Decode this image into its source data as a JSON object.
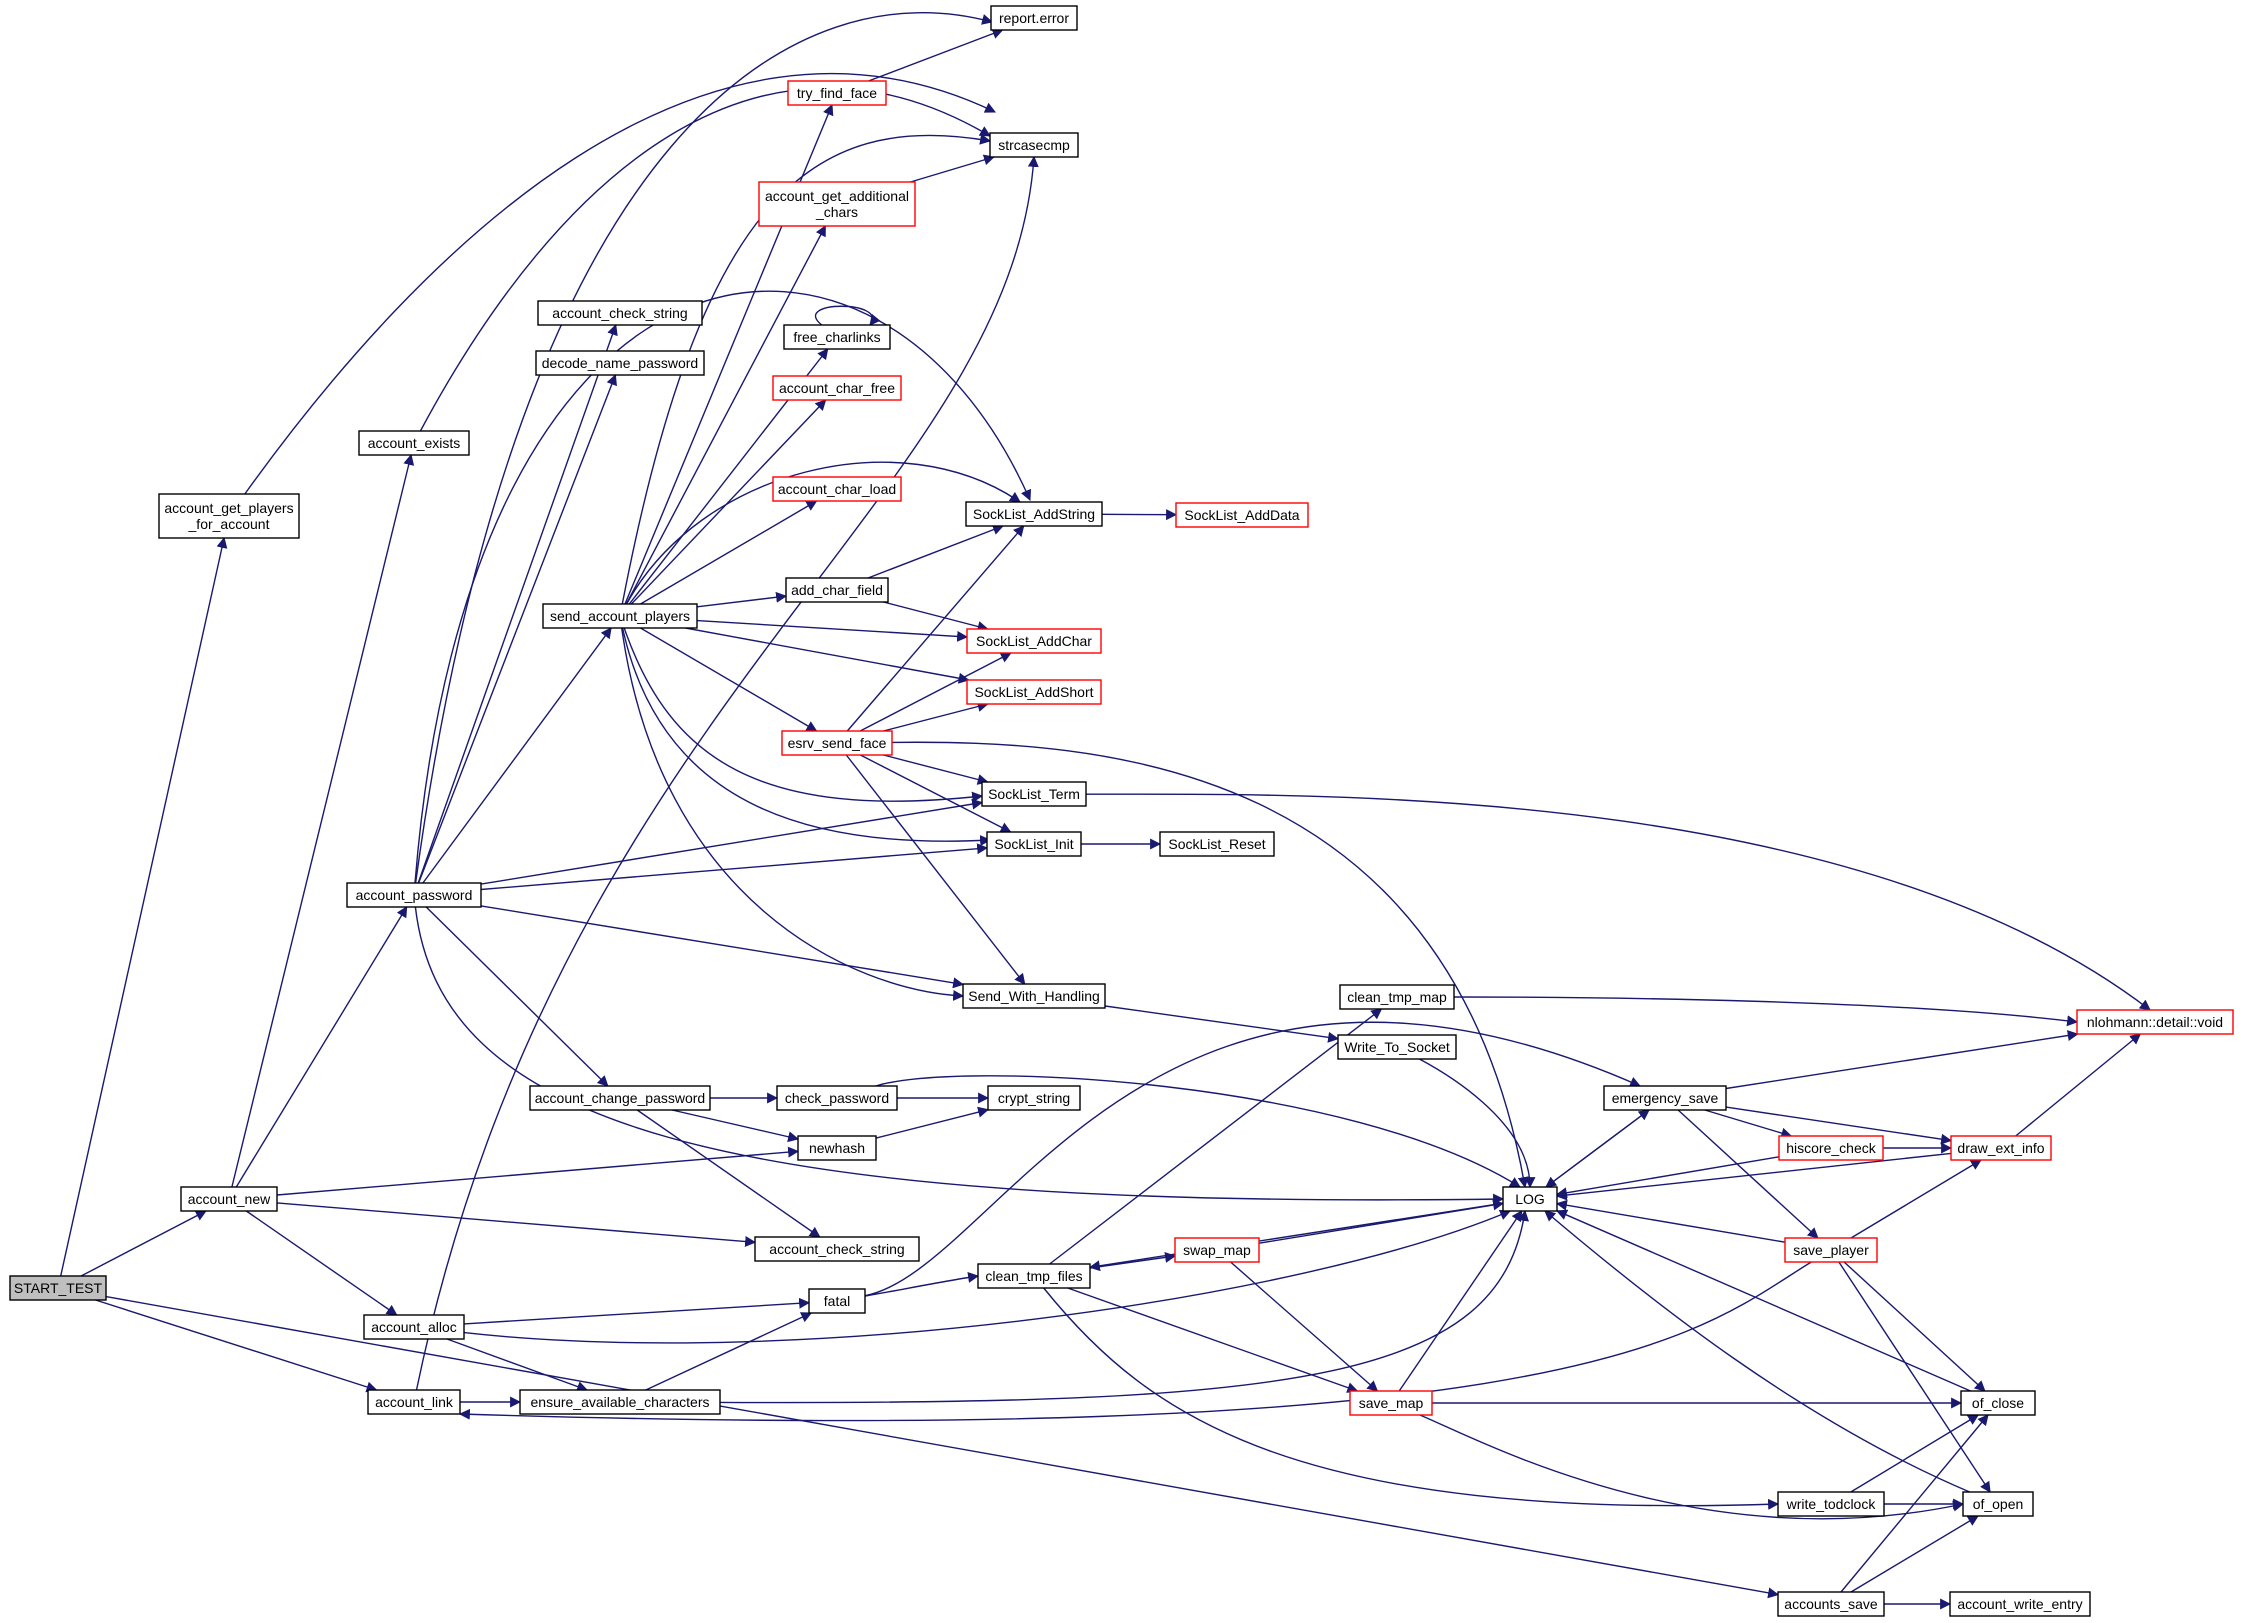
{
  "colors": {
    "edge": "#191970",
    "node_border": "#000000",
    "truncated_border": "#ff0000",
    "root_fill": "#bfbfbf"
  },
  "nodes": [
    {
      "id": "START_TEST",
      "label": "START_TEST",
      "style": "root"
    },
    {
      "id": "account_get_players_for_account",
      "label": "account_get_players\n_for_account",
      "style": "normal"
    },
    {
      "id": "account_new",
      "label": "account_new",
      "style": "normal"
    },
    {
      "id": "account_link",
      "label": "account_link",
      "style": "normal"
    },
    {
      "id": "accounts_save",
      "label": "accounts_save",
      "style": "normal"
    },
    {
      "id": "report_error",
      "label": "report.error",
      "style": "normal"
    },
    {
      "id": "strcasecmp",
      "label": "strcasecmp",
      "style": "normal"
    },
    {
      "id": "account_exists",
      "label": "account_exists",
      "style": "normal"
    },
    {
      "id": "account_password",
      "label": "account_password",
      "style": "normal"
    },
    {
      "id": "newhash",
      "label": "newhash",
      "style": "normal"
    },
    {
      "id": "LOG",
      "label": "LOG",
      "style": "normal"
    },
    {
      "id": "account_check_string_2",
      "label": "account_check_string",
      "style": "normal"
    },
    {
      "id": "account_alloc",
      "label": "account_alloc",
      "style": "normal"
    },
    {
      "id": "ensure_available_characters",
      "label": "ensure_available_characters",
      "style": "normal"
    },
    {
      "id": "try_find_face",
      "label": "try_find_face",
      "style": "truncated"
    },
    {
      "id": "account_get_additional_chars",
      "label": "account_get_additional\n_chars",
      "style": "truncated"
    },
    {
      "id": "account_check_string_1",
      "label": "account_check_string",
      "style": "normal"
    },
    {
      "id": "decode_name_password",
      "label": "decode_name_password",
      "style": "normal"
    },
    {
      "id": "free_charlinks",
      "label": "free_charlinks",
      "style": "normal"
    },
    {
      "id": "account_char_free",
      "label": "account_char_free",
      "style": "truncated"
    },
    {
      "id": "account_char_load",
      "label": "account_char_load",
      "style": "truncated"
    },
    {
      "id": "send_account_players",
      "label": "send_account_players",
      "style": "normal"
    },
    {
      "id": "add_char_field",
      "label": "add_char_field",
      "style": "normal"
    },
    {
      "id": "SockList_AddString",
      "label": "SockList_AddString",
      "style": "normal"
    },
    {
      "id": "SockList_AddData",
      "label": "SockList_AddData",
      "style": "truncated"
    },
    {
      "id": "SockList_AddChar",
      "label": "SockList_AddChar",
      "style": "truncated"
    },
    {
      "id": "SockList_AddShort",
      "label": "SockList_AddShort",
      "style": "truncated"
    },
    {
      "id": "esrv_send_face",
      "label": "esrv_send_face",
      "style": "truncated"
    },
    {
      "id": "SockList_Term",
      "label": "SockList_Term",
      "style": "normal"
    },
    {
      "id": "SockList_Init",
      "label": "SockList_Init",
      "style": "normal"
    },
    {
      "id": "SockList_Reset",
      "label": "SockList_Reset",
      "style": "normal"
    },
    {
      "id": "Send_With_Handling",
      "label": "Send_With_Handling",
      "style": "normal"
    },
    {
      "id": "Write_To_Socket",
      "label": "Write_To_Socket",
      "style": "normal"
    },
    {
      "id": "account_change_password",
      "label": "account_change_password",
      "style": "normal"
    },
    {
      "id": "check_password",
      "label": "check_password",
      "style": "normal"
    },
    {
      "id": "crypt_string",
      "label": "crypt_string",
      "style": "normal"
    },
    {
      "id": "fatal",
      "label": "fatal",
      "style": "normal"
    },
    {
      "id": "clean_tmp_files",
      "label": "clean_tmp_files",
      "style": "normal"
    },
    {
      "id": "clean_tmp_map",
      "label": "clean_tmp_map",
      "style": "normal"
    },
    {
      "id": "swap_map",
      "label": "swap_map",
      "style": "truncated"
    },
    {
      "id": "save_map",
      "label": "save_map",
      "style": "truncated"
    },
    {
      "id": "emergency_save",
      "label": "emergency_save",
      "style": "normal"
    },
    {
      "id": "hiscore_check",
      "label": "hiscore_check",
      "style": "truncated"
    },
    {
      "id": "save_player",
      "label": "save_player",
      "style": "truncated"
    },
    {
      "id": "draw_ext_info",
      "label": "draw_ext_info",
      "style": "truncated"
    },
    {
      "id": "nlohmann_detail_void",
      "label": "nlohmann::detail::void",
      "style": "truncated"
    },
    {
      "id": "of_close",
      "label": "of_close",
      "style": "normal"
    },
    {
      "id": "of_open",
      "label": "of_open",
      "style": "normal"
    },
    {
      "id": "write_todclock",
      "label": "write_todclock",
      "style": "normal"
    },
    {
      "id": "account_write_entry",
      "label": "account_write_entry",
      "style": "normal"
    }
  ],
  "edges": [
    [
      "START_TEST",
      "account_get_players_for_account"
    ],
    [
      "START_TEST",
      "account_new"
    ],
    [
      "START_TEST",
      "account_link"
    ],
    [
      "START_TEST",
      "accounts_save"
    ],
    [
      "account_get_players_for_account",
      "strcasecmp"
    ],
    [
      "account_new",
      "account_exists"
    ],
    [
      "account_new",
      "account_password"
    ],
    [
      "account_new",
      "newhash"
    ],
    [
      "account_new",
      "account_check_string_2"
    ],
    [
      "account_new",
      "account_alloc"
    ],
    [
      "account_exists",
      "strcasecmp"
    ],
    [
      "account_password",
      "report_error"
    ],
    [
      "account_password",
      "account_check_string_1"
    ],
    [
      "account_password",
      "decode_name_password"
    ],
    [
      "account_password",
      "SockList_AddString"
    ],
    [
      "account_password",
      "send_account_players"
    ],
    [
      "account_password",
      "SockList_Term"
    ],
    [
      "account_password",
      "SockList_Init"
    ],
    [
      "account_password",
      "Send_With_Handling"
    ],
    [
      "account_password",
      "account_change_password"
    ],
    [
      "account_password",
      "LOG"
    ],
    [
      "account_alloc",
      "fatal"
    ],
    [
      "account_alloc",
      "LOG"
    ],
    [
      "account_alloc",
      "ensure_available_characters"
    ],
    [
      "account_link",
      "ensure_available_characters"
    ],
    [
      "account_link",
      "strcasecmp"
    ],
    [
      "ensure_available_characters",
      "fatal"
    ],
    [
      "ensure_available_characters",
      "LOG"
    ],
    [
      "try_find_face",
      "report_error"
    ],
    [
      "account_get_additional_chars",
      "strcasecmp"
    ],
    [
      "free_charlinks",
      "free_charlinks"
    ],
    [
      "send_account_players",
      "try_find_face"
    ],
    [
      "send_account_players",
      "account_get_additional_chars"
    ],
    [
      "send_account_players",
      "free_charlinks"
    ],
    [
      "send_account_players",
      "account_char_free"
    ],
    [
      "send_account_players",
      "SockList_AddString"
    ],
    [
      "send_account_players",
      "account_char_load"
    ],
    [
      "send_account_players",
      "add_char_field"
    ],
    [
      "send_account_players",
      "SockList_AddChar"
    ],
    [
      "send_account_players",
      "SockList_AddShort"
    ],
    [
      "send_account_players",
      "esrv_send_face"
    ],
    [
      "send_account_players",
      "SockList_Term"
    ],
    [
      "send_account_players",
      "SockList_Init"
    ],
    [
      "send_account_players",
      "Send_With_Handling"
    ],
    [
      "send_account_players",
      "strcasecmp"
    ],
    [
      "add_char_field",
      "SockList_AddString"
    ],
    [
      "add_char_field",
      "SockList_AddChar"
    ],
    [
      "SockList_AddString",
      "SockList_AddData"
    ],
    [
      "esrv_send_face",
      "SockList_AddString"
    ],
    [
      "esrv_send_face",
      "SockList_AddChar"
    ],
    [
      "esrv_send_face",
      "SockList_AddShort"
    ],
    [
      "esrv_send_face",
      "SockList_Term"
    ],
    [
      "esrv_send_face",
      "SockList_Init"
    ],
    [
      "esrv_send_face",
      "Send_With_Handling"
    ],
    [
      "esrv_send_face",
      "LOG"
    ],
    [
      "SockList_Term",
      "nlohmann_detail_void"
    ],
    [
      "SockList_Init",
      "SockList_Reset"
    ],
    [
      "Send_With_Handling",
      "Write_To_Socket"
    ],
    [
      "Write_To_Socket",
      "LOG"
    ],
    [
      "account_change_password",
      "check_password"
    ],
    [
      "account_change_password",
      "newhash"
    ],
    [
      "account_change_password",
      "account_check_string_2"
    ],
    [
      "check_password",
      "crypt_string"
    ],
    [
      "check_password",
      "LOG"
    ],
    [
      "newhash",
      "crypt_string"
    ],
    [
      "fatal",
      "clean_tmp_files"
    ],
    [
      "fatal",
      "emergency_save"
    ],
    [
      "clean_tmp_files",
      "clean_tmp_map"
    ],
    [
      "clean_tmp_files",
      "swap_map"
    ],
    [
      "clean_tmp_files",
      "save_map"
    ],
    [
      "clean_tmp_files",
      "write_todclock"
    ],
    [
      "clean_tmp_map",
      "nlohmann_detail_void"
    ],
    [
      "swap_map",
      "LOG"
    ],
    [
      "swap_map",
      "save_map"
    ],
    [
      "save_map",
      "LOG"
    ],
    [
      "save_map",
      "of_close"
    ],
    [
      "save_map",
      "of_open"
    ],
    [
      "emergency_save",
      "LOG"
    ],
    [
      "emergency_save",
      "hiscore_check"
    ],
    [
      "emergency_save",
      "save_player"
    ],
    [
      "emergency_save",
      "draw_ext_info"
    ],
    [
      "emergency_save",
      "nlohmann_detail_void"
    ],
    [
      "hiscore_check",
      "LOG"
    ],
    [
      "hiscore_check",
      "draw_ext_info"
    ],
    [
      "save_player",
      "LOG"
    ],
    [
      "save_player",
      "draw_ext_info"
    ],
    [
      "save_player",
      "of_close"
    ],
    [
      "save_player",
      "of_open"
    ],
    [
      "save_player",
      "account_link"
    ],
    [
      "draw_ext_info",
      "LOG"
    ],
    [
      "draw_ext_info",
      "nlohmann_detail_void"
    ],
    [
      "LOG",
      "clean_tmp_files"
    ],
    [
      "LOG",
      "emergency_save"
    ],
    [
      "of_close",
      "LOG"
    ],
    [
      "of_open",
      "LOG"
    ],
    [
      "write_todclock",
      "of_close"
    ],
    [
      "write_todclock",
      "of_open"
    ],
    [
      "accounts_save",
      "of_close"
    ],
    [
      "accounts_save",
      "of_open"
    ],
    [
      "accounts_save",
      "account_write_entry"
    ]
  ]
}
